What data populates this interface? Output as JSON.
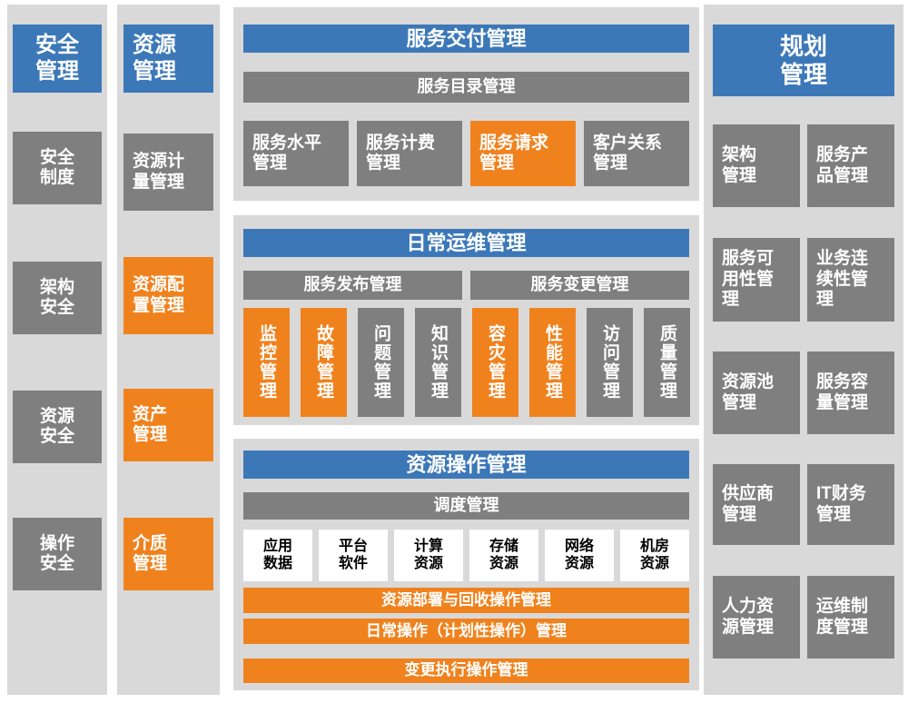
{
  "palette": {
    "blue": "#3C78B8",
    "gray": "#7F7F7F",
    "orange": "#F0821E",
    "panel_background": "#D9D9D9"
  },
  "security": {
    "header": "安全\n管理",
    "items": [
      {
        "label": "安全\n制度",
        "color": "gray"
      },
      {
        "label": "架构\n安全",
        "color": "gray"
      },
      {
        "label": "资源\n安全",
        "color": "gray"
      },
      {
        "label": "操作\n安全",
        "color": "gray"
      }
    ]
  },
  "resource": {
    "header": "资源\n管理",
    "items": [
      {
        "label": "资源计\n量管理",
        "color": "gray"
      },
      {
        "label": "资源配\n置管理",
        "color": "orange"
      },
      {
        "label": "资产\n管理",
        "color": "orange"
      },
      {
        "label": "介质\n管理",
        "color": "orange"
      }
    ]
  },
  "service_delivery": {
    "title": "服务交付管理",
    "catalog": "服务目录管理",
    "items": [
      {
        "label": "服务水平\n管理",
        "color": "gray"
      },
      {
        "label": "服务计费\n管理",
        "color": "gray"
      },
      {
        "label": "服务请求\n管理",
        "color": "orange"
      },
      {
        "label": "客户关系\n管理",
        "color": "gray"
      }
    ]
  },
  "daily_ops": {
    "title": "日常运维管理",
    "groups": [
      {
        "label": "服务发布管理"
      },
      {
        "label": "服务变更管理"
      }
    ],
    "items": [
      {
        "label": "监控管理",
        "color": "orange"
      },
      {
        "label": "故障管理",
        "color": "orange"
      },
      {
        "label": "问题管理",
        "color": "gray"
      },
      {
        "label": "知识管理",
        "color": "gray"
      },
      {
        "label": "容灾管理",
        "color": "orange"
      },
      {
        "label": "性能管理",
        "color": "orange"
      },
      {
        "label": "访问管理",
        "color": "gray"
      },
      {
        "label": "质量管理",
        "color": "gray"
      }
    ]
  },
  "resource_ops": {
    "title": "资源操作管理",
    "scheduling": "调度管理",
    "resources": [
      {
        "label": "应用\n数据"
      },
      {
        "label": "平台\n软件"
      },
      {
        "label": "计算\n资源"
      },
      {
        "label": "存储\n资源"
      },
      {
        "label": "网络\n资源"
      },
      {
        "label": "机房\n资源"
      }
    ],
    "bars": [
      {
        "label": "资源部署与回收操作管理"
      },
      {
        "label": "日常操作（计划性操作）管理"
      },
      {
        "label": "变更执行操作管理"
      }
    ]
  },
  "planning": {
    "header": "规划\n管理",
    "items": [
      {
        "label": "架构\n管理"
      },
      {
        "label": "服务产\n品管理"
      },
      {
        "label": "服务可\n用性管\n理"
      },
      {
        "label": "业务连\n续性管\n理"
      },
      {
        "label": "资源池\n管理"
      },
      {
        "label": "服务容\n量管理"
      },
      {
        "label": "供应商\n管理"
      },
      {
        "label": "IT财务\n管理"
      },
      {
        "label": "人力资\n源管理"
      },
      {
        "label": "运维制\n度管理"
      }
    ]
  }
}
